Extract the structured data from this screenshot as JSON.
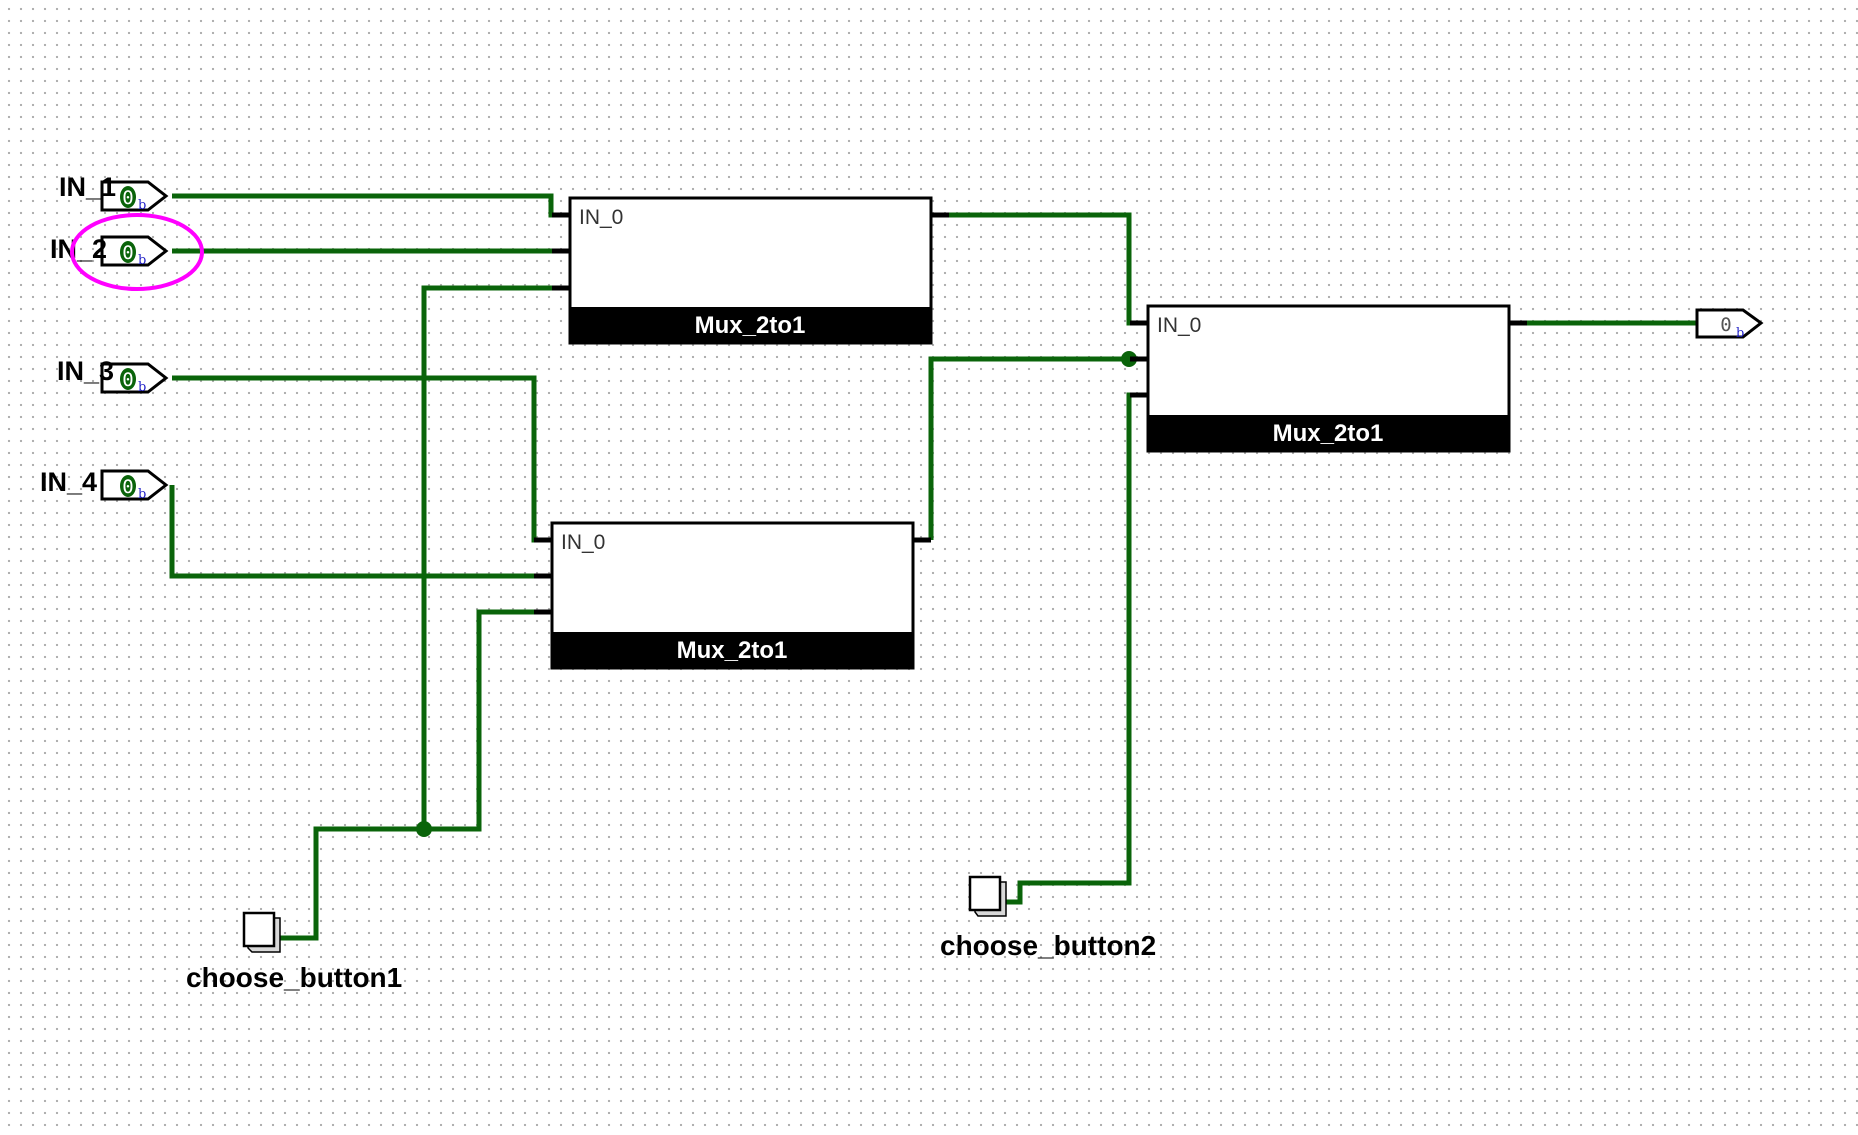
{
  "inputs": [
    {
      "label": "IN_1",
      "value": "0",
      "base": "b"
    },
    {
      "label": "IN_2",
      "value": "0",
      "base": "b"
    },
    {
      "label": "IN_3",
      "value": "0",
      "base": "b"
    },
    {
      "label": "IN_4",
      "value": "0",
      "base": "b"
    }
  ],
  "muxes": [
    {
      "title": "Mux_2to1",
      "port_label": "IN_0"
    },
    {
      "title": "Mux_2to1",
      "port_label": "IN_0"
    },
    {
      "title": "Mux_2to1",
      "port_label": "IN_0"
    }
  ],
  "buttons": [
    {
      "label": "choose_button1"
    },
    {
      "label": "choose_button2"
    }
  ],
  "output": {
    "value": "0",
    "base": "b"
  },
  "colors": {
    "wire": "#0a640a",
    "highlight": "#ff00ff",
    "pin_value": "#0a640a",
    "radix": "#2323c8"
  }
}
